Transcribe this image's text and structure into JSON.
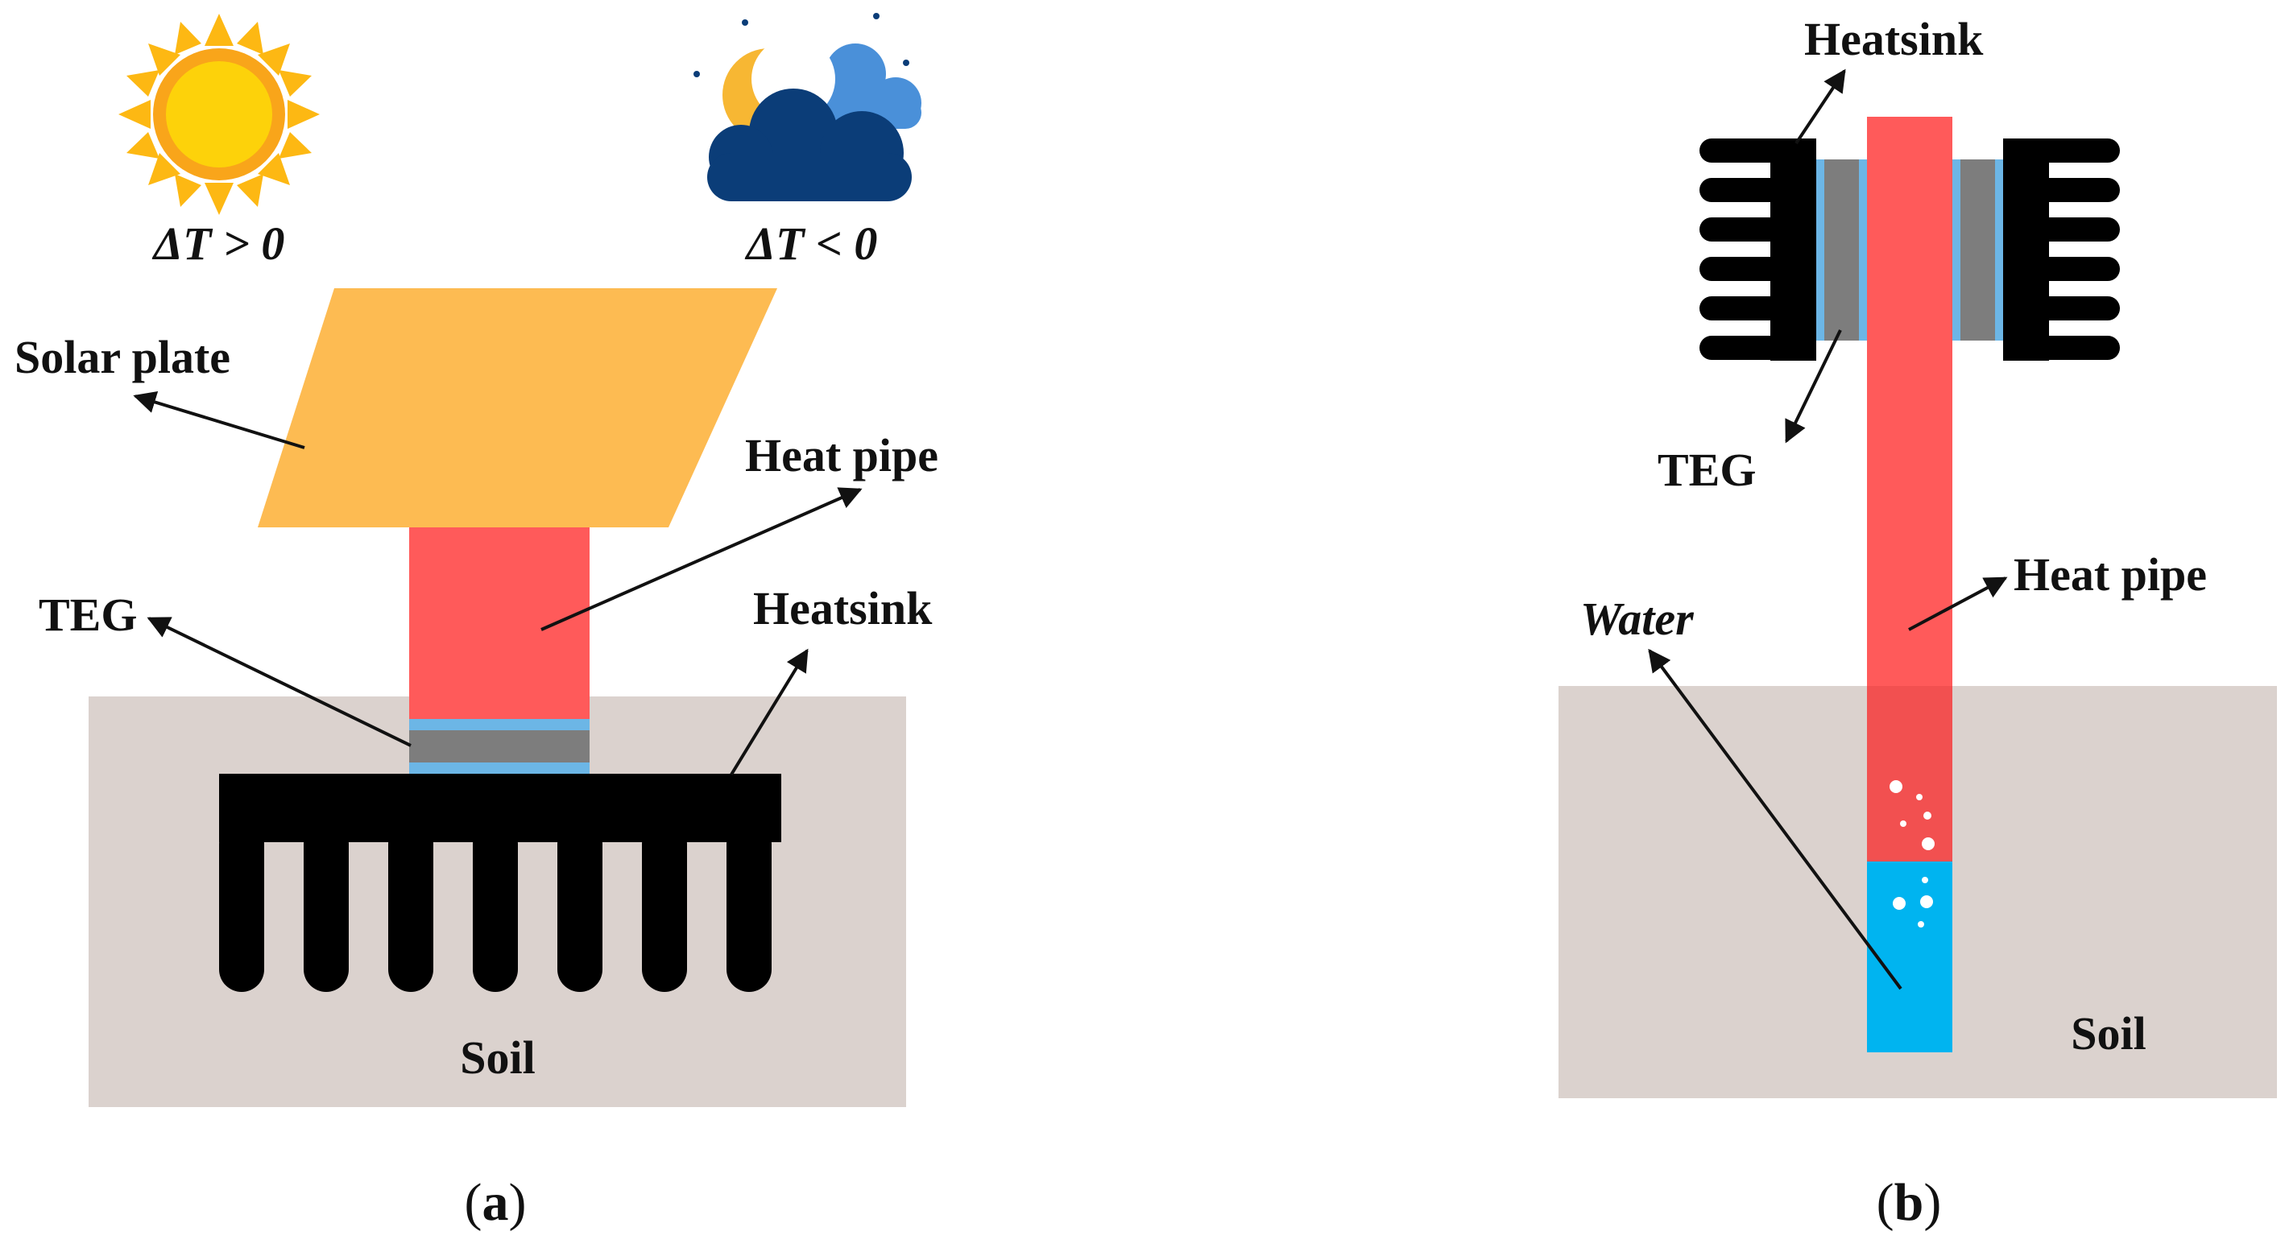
{
  "panel_a": {
    "label_open": "(",
    "label_letter": "a",
    "label_close": ")",
    "sun_condition": "ΔT > 0",
    "night_condition": "ΔT < 0",
    "solar_plate": "Solar plate",
    "heat_pipe": "Heat pipe",
    "teg": "TEG",
    "heatsink": "Heatsink",
    "soil": "Soil",
    "icons": [
      "sun-icon",
      "moon-cloud-icon"
    ]
  },
  "panel_b": {
    "label_open": "(",
    "label_letter": "b",
    "label_close": ")",
    "heatsink": "Heatsink",
    "teg": "TEG",
    "heat_pipe": "Heat pipe",
    "water": "Water",
    "soil": "Soil"
  },
  "colors": {
    "soil": "#dbd2ce",
    "heat_pipe": "#ff5a5a",
    "solar_plate": "#fdbb52",
    "heatsink": "#000000",
    "teg_core": "#7d7d7d",
    "teg_contact": "#6cb6e6",
    "water": "#00b4f0",
    "sun": "#fdb813",
    "moon": "#f7b733",
    "cloud_dark": "#0b3d78",
    "cloud_light": "#4a90d9"
  }
}
